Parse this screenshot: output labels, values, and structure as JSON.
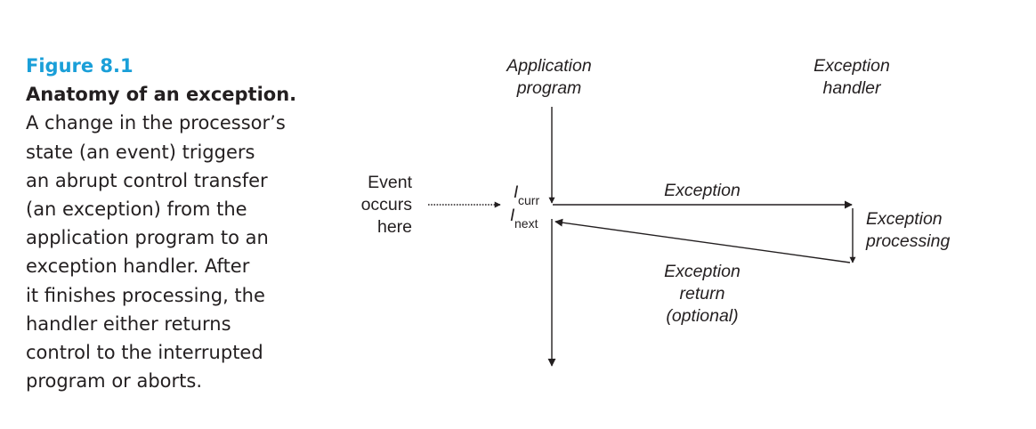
{
  "caption": {
    "figure_number": "Figure 8.1",
    "title": "Anatomy of an exception.",
    "lines": [
      "A change in the processor’s",
      "state (an event) triggers",
      "an abrupt control transfer",
      "(an exception) from the",
      "application program to an",
      "exception handler. After",
      "it finishes processing, the",
      "handler either returns",
      "control to the interrupted",
      "program or aborts."
    ]
  },
  "diagram": {
    "application_program": [
      "Application",
      "program"
    ],
    "exception_handler": [
      "Exception",
      "handler"
    ],
    "event": [
      "Event",
      "occurs",
      "here"
    ],
    "i_curr": {
      "letter": "I",
      "subscript": "curr"
    },
    "i_next": {
      "letter": "I",
      "subscript": "next"
    },
    "exception_label": "Exception",
    "exception_processing": [
      "Exception",
      "processing"
    ],
    "exception_return": [
      "Exception",
      "return",
      "(optional)"
    ]
  }
}
